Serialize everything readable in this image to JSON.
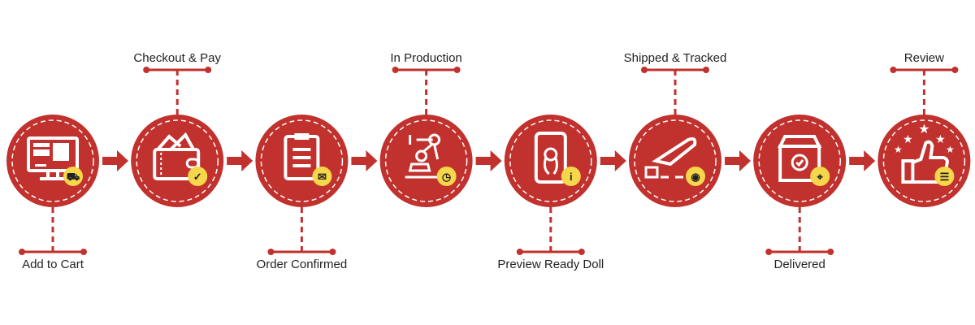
{
  "colors": {
    "red": "#c1312d",
    "yellow": "#f6d64a",
    "line": "#c1312d"
  },
  "steps": [
    {
      "label": "Add to Cart",
      "position": "below",
      "icon": "computer-icon",
      "badge": "cart-icon"
    },
    {
      "label": "Checkout & Pay",
      "position": "above",
      "icon": "wallet-icon",
      "badge": "shield-check-icon"
    },
    {
      "label": "Order Confirmed",
      "position": "below",
      "icon": "clipboard-icon",
      "badge": "mail-check-icon"
    },
    {
      "label": "In Production",
      "position": "above",
      "icon": "robot-arm-icon",
      "badge": "clock-icon"
    },
    {
      "label": "Preview Ready Doll",
      "position": "below",
      "icon": "phone-doll-icon",
      "badge": "info-icon"
    },
    {
      "label": "Shipped & Tracked",
      "position": "above",
      "icon": "plane-icon",
      "badge": "eye-icon"
    },
    {
      "label": "Delivered",
      "position": "below",
      "icon": "box-icon",
      "badge": "location-icon"
    },
    {
      "label": "Review",
      "position": "above",
      "icon": "thumbs-up-stars-icon",
      "badge": "chat-icon"
    }
  ]
}
